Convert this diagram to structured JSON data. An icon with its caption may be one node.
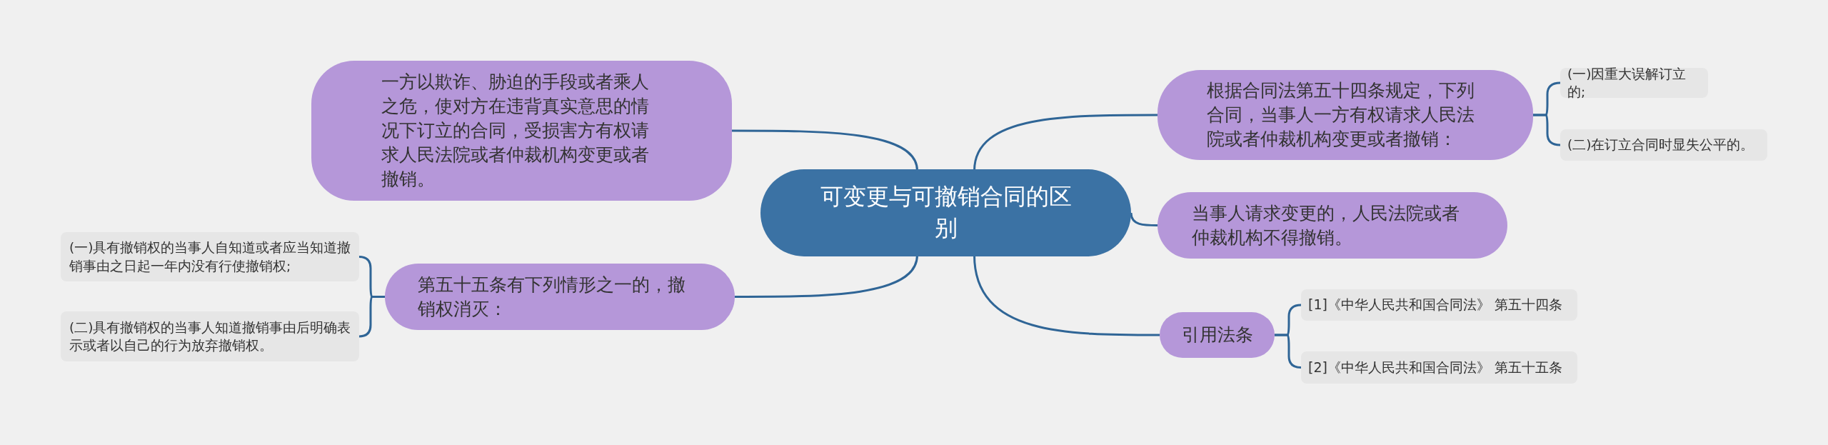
{
  "diagram": {
    "nodes": [
      {
        "text": [
          "可变更与可撤销合同的区别"
        ]
      },
      {
        "text": [
          "一方以欺诈、胁迫的手段或者乘人之危，使对方在违背真实意思的情况下订立的合同，受损害方有权请求人民法院或者仲裁机构变更或者撤销。"
        ]
      },
      {
        "text": [
          "第五十五条有下列情形之一的，撤销权消灭："
        ]
      },
      {
        "text": [
          "(一)具有撤销权的当事人自知道或者应当知道撤销事由之日起一年内没有行使撤销权;"
        ]
      },
      {
        "text": [
          "(二)具有撤销权的当事人知道撤销事由后明确表示或者以自己的行为放弃撤销权。"
        ]
      },
      {
        "text": [
          "根据合同法第五十四条规定，下列合同，当事人一方有权请求人民法院或者仲裁机构变更或者撤销："
        ]
      },
      {
        "text": [
          "(一)因重大误解订立的;"
        ]
      },
      {
        "text": [
          "(二)在订立合同时显失公平的。"
        ]
      },
      {
        "text": [
          "当事人请求变更的，人民法院或者仲裁机构不得撤销。"
        ]
      },
      {
        "text": [
          "引用法条"
        ]
      },
      {
        "text": [
          "[1]《中华人民共和国合同法》 第五十四条"
        ]
      },
      {
        "text": [
          "[2]《中华人民共和国合同法》 第五十五条"
        ]
      }
    ],
    "edges": [
      {
        "from": 0,
        "to": 1,
        "arrow": "none"
      },
      {
        "from": 0,
        "to": 2,
        "arrow": "none"
      },
      {
        "from": 2,
        "to": 3,
        "arrow": "none"
      },
      {
        "from": 2,
        "to": 4,
        "arrow": "none"
      },
      {
        "from": 0,
        "to": 5,
        "arrow": "none"
      },
      {
        "from": 5,
        "to": 6,
        "arrow": "none"
      },
      {
        "from": 5,
        "to": 7,
        "arrow": "none"
      },
      {
        "from": 0,
        "to": 8,
        "arrow": "none"
      },
      {
        "from": 0,
        "to": 9,
        "arrow": "none"
      },
      {
        "from": 9,
        "to": 10,
        "arrow": "none"
      },
      {
        "from": 9,
        "to": 11,
        "arrow": "none"
      }
    ]
  }
}
